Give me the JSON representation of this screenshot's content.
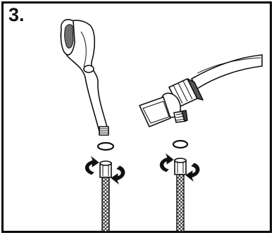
{
  "step": {
    "label": "3."
  },
  "colors": {
    "ink": "#111111",
    "background": "#ffffff",
    "frame": "#000000"
  },
  "illustration": {
    "left_part": "handheld-shower-head",
    "right_part": "shower-arm-bracket",
    "washer": "rubber-washer",
    "action": "rotate-to-tighten",
    "hose": "braided-hose"
  }
}
